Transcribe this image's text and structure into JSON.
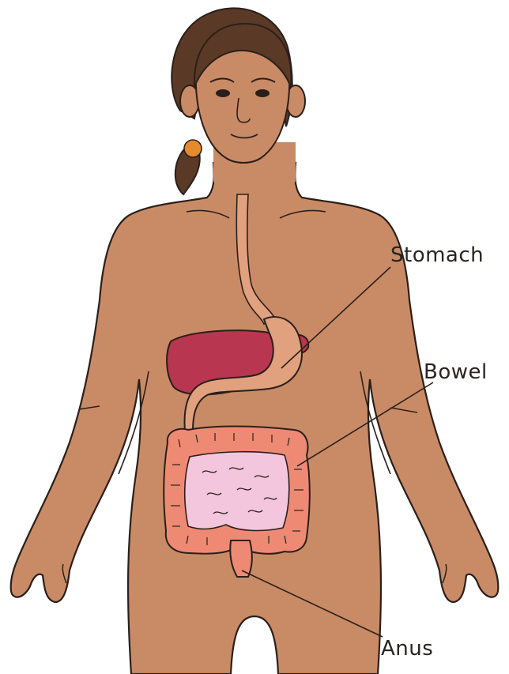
{
  "labels": {
    "stomach": "Stomach",
    "bowel": "Bowel",
    "anus": "Anus"
  },
  "colors": {
    "skin": "#c98b66",
    "skin_shadow": "#b8765a",
    "outline": "#2a1f1a",
    "hair": "#5a3a26",
    "hair_tie": "#e58a2e",
    "liver": "#b8364f",
    "stomach": "#e1a17f",
    "bowel": "#ee8a74",
    "bowel_inner": "#f3c6dd",
    "background": "#ffffff"
  },
  "icons": {
    "figure": "human-body-illustration"
  }
}
